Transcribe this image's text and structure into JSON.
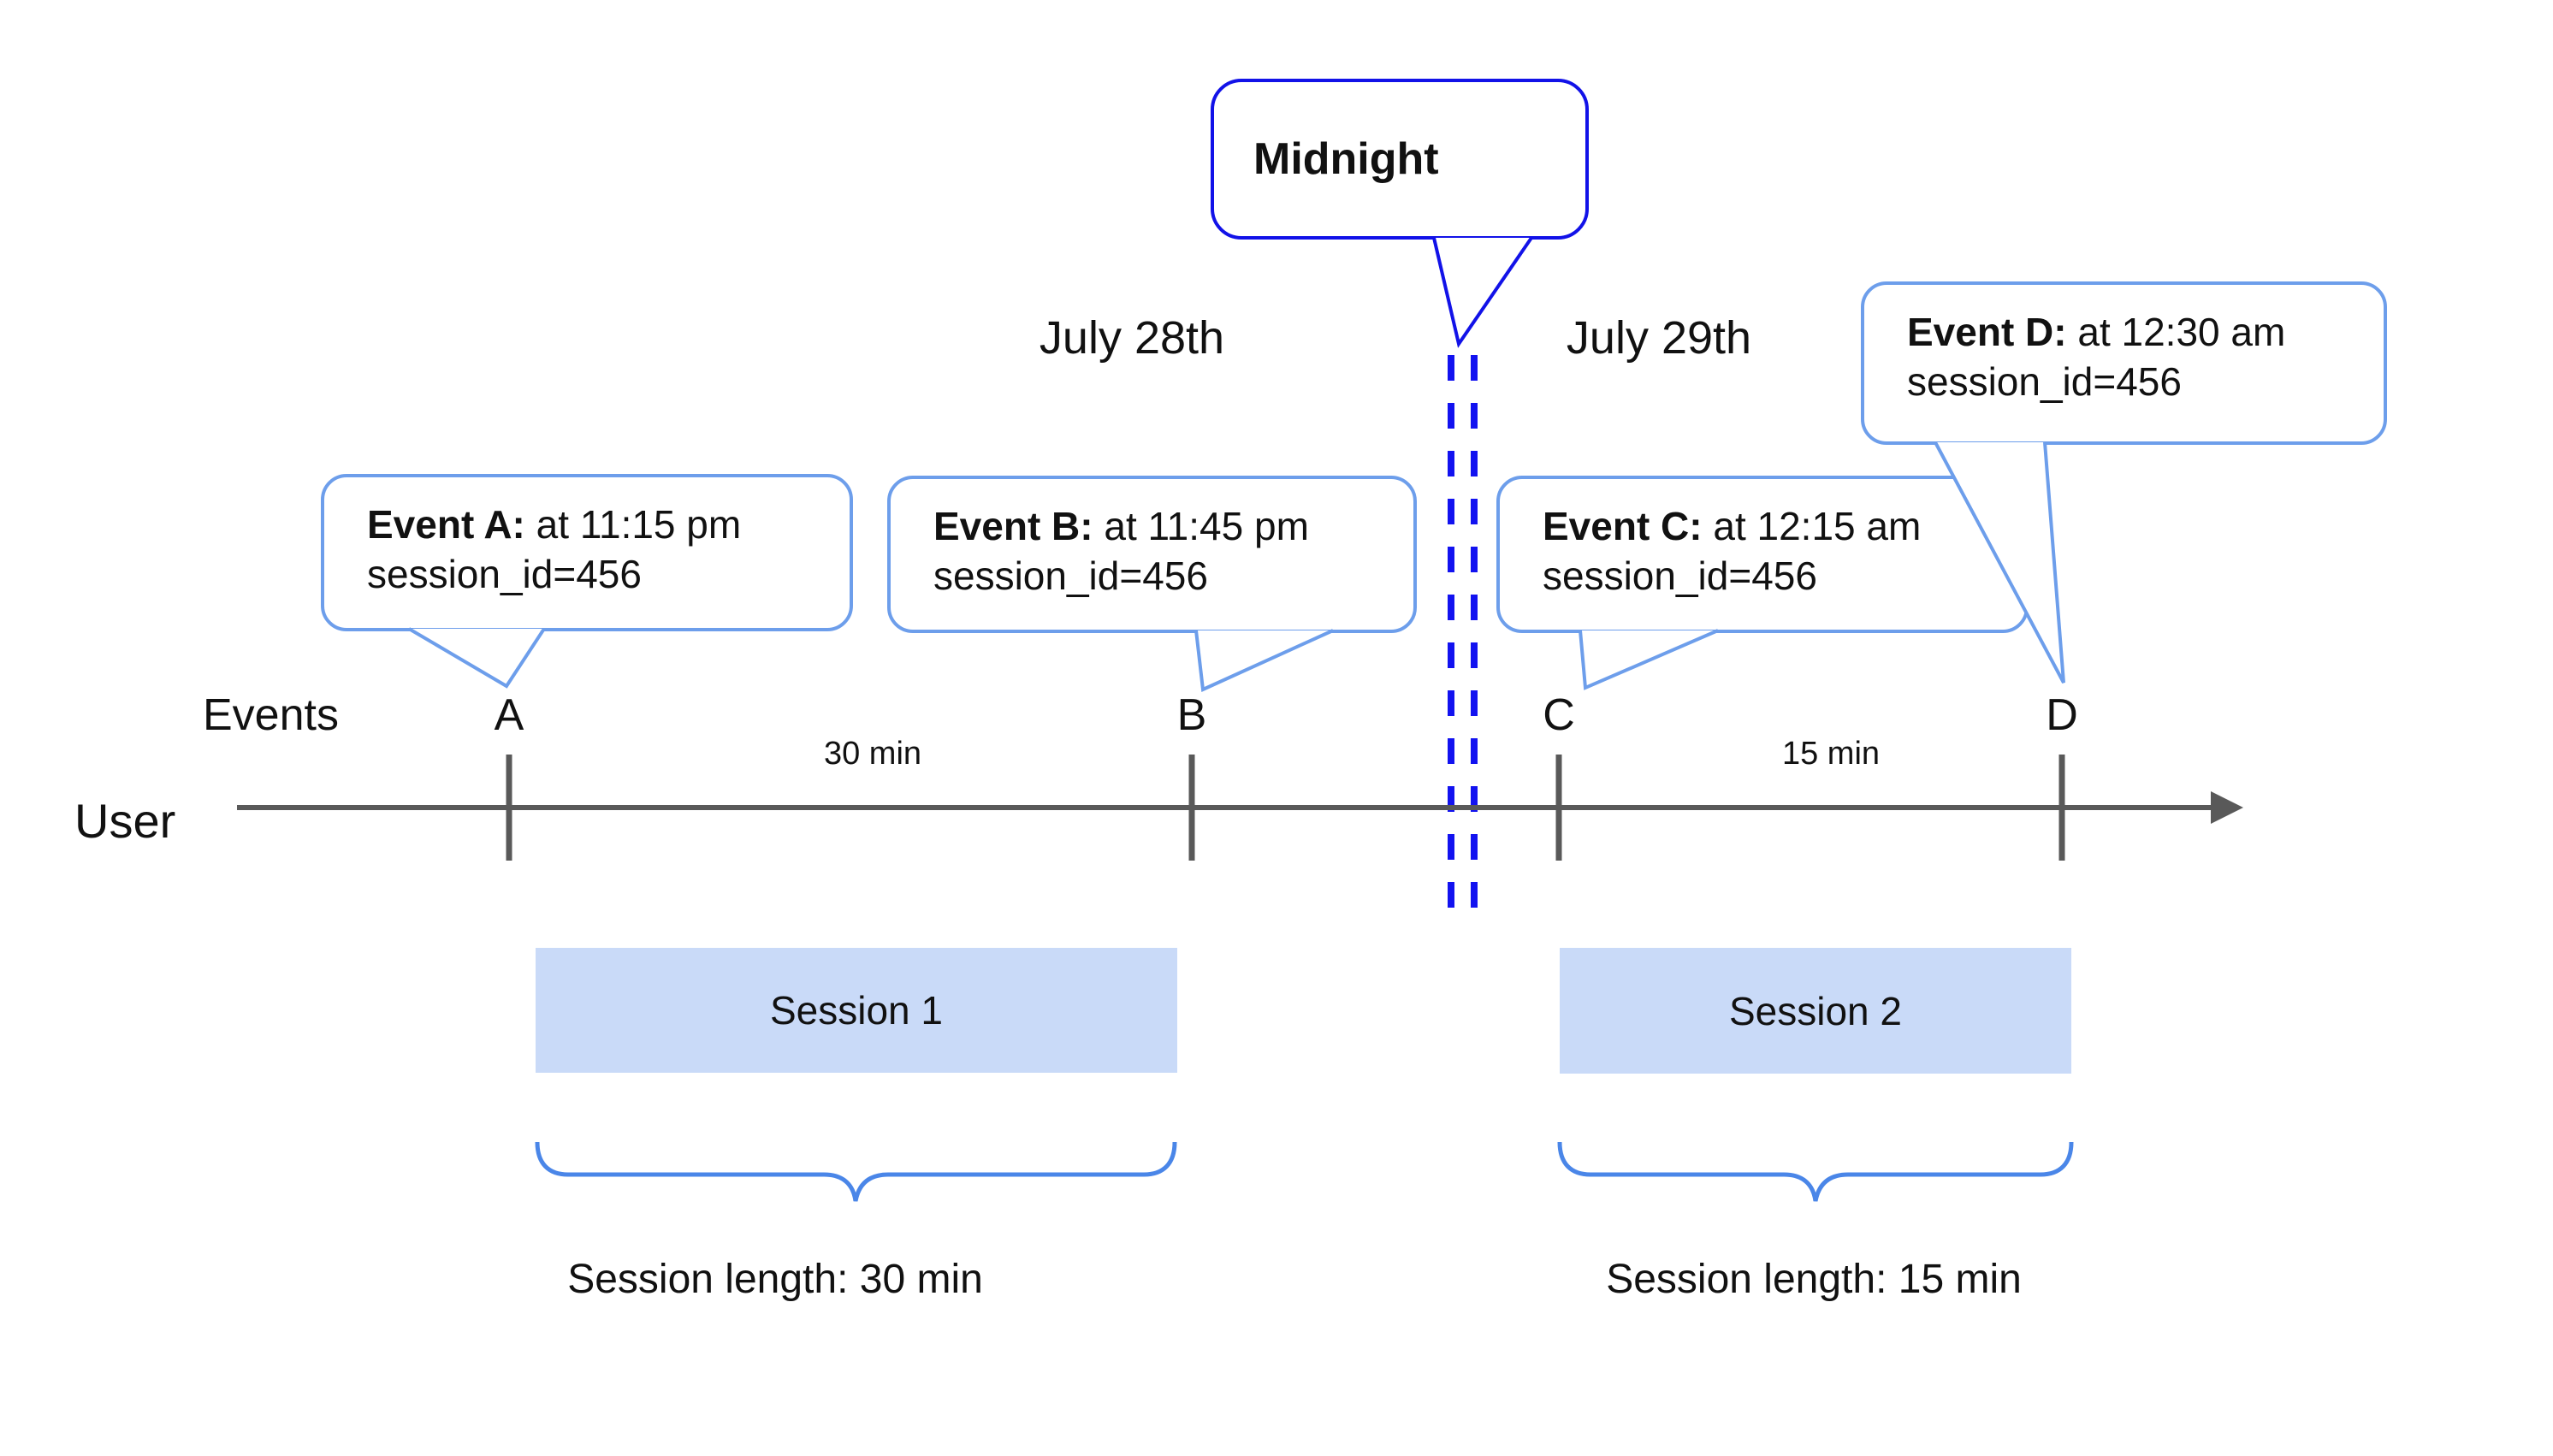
{
  "midnight": {
    "label": "Midnight"
  },
  "dates": {
    "left": "July 28th",
    "right": "July 29th"
  },
  "events": [
    {
      "name": "Event A:",
      "time": " at 11:15 pm",
      "session": "session_id=456"
    },
    {
      "name": "Event B:",
      "time": " at 11:45 pm",
      "session": "session_id=456"
    },
    {
      "name": "Event C:",
      "time": " at 12:15 am",
      "session": "session_id=456"
    },
    {
      "name": "Event D:",
      "time": " at 12:30 am",
      "session": "session_id=456"
    }
  ],
  "axis": {
    "events_label": "Events",
    "user_label": "User",
    "ticks": [
      "A",
      "B",
      "C",
      "D"
    ],
    "intervals": [
      "30 min",
      "15 min"
    ]
  },
  "sessions": [
    {
      "box_label": "Session 1",
      "length_label": "Session length: 30 min"
    },
    {
      "box_label": "Session 2",
      "length_label": "Session length: 15 min"
    }
  ],
  "colors": {
    "midnight_blue": "#1212e8",
    "callout_blue": "#6d9eeb",
    "brace_blue": "#4a86e8",
    "session_fill": "#c9daf8",
    "timeline_gray": "#595959",
    "text_black": "#111111"
  }
}
